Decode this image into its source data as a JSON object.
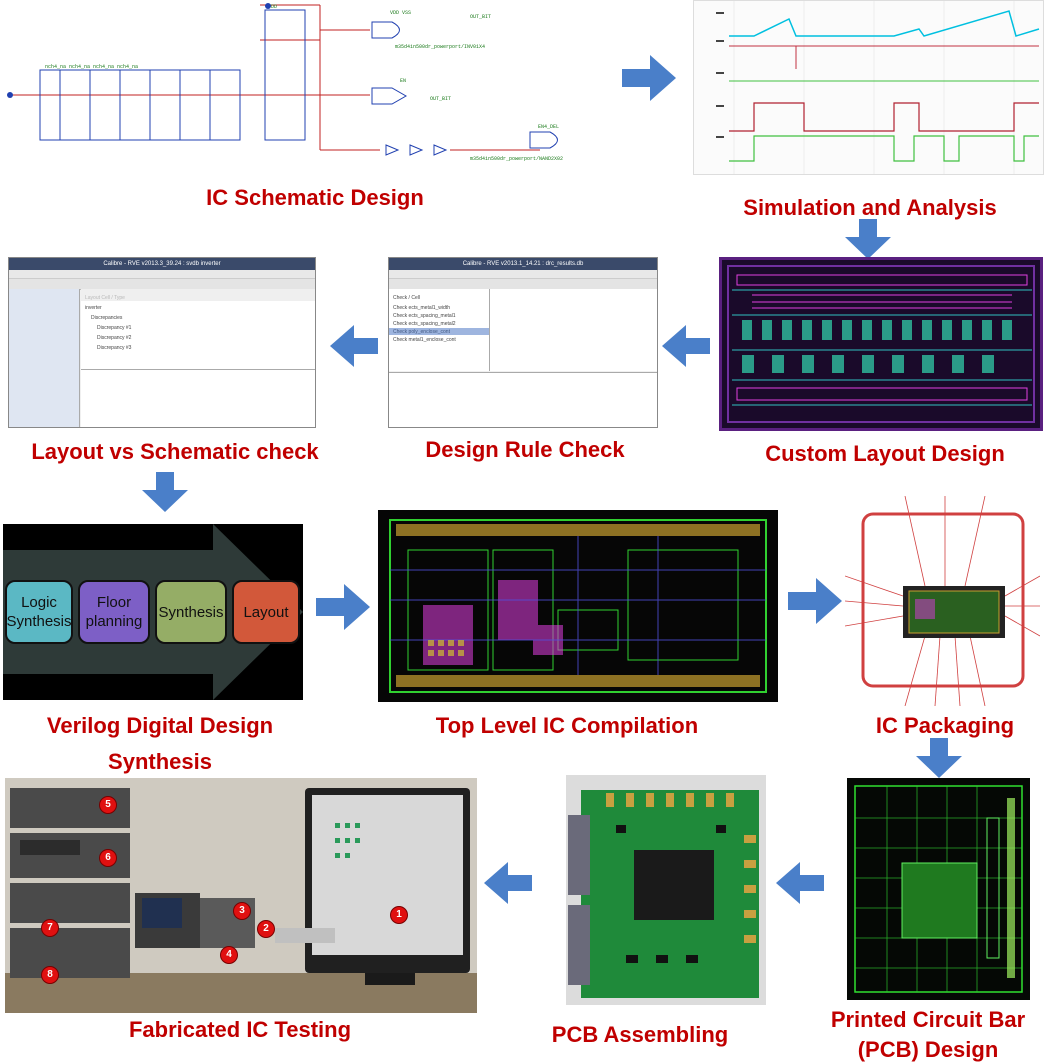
{
  "captions": {
    "schematic": "IC Schematic Design",
    "simulation": "Simulation and Analysis",
    "lvs": "Layout vs Schematic check",
    "drc": "Design Rule Check",
    "custom_layout": "Custom Layout Design",
    "verilog_line1": "Verilog Digital Design",
    "verilog_line2": "Synthesis",
    "top_level": "Top Level IC Compilation",
    "packaging": "IC Packaging",
    "testing": "Fabricated IC Testing",
    "pcb_assembling": "PCB Assembling",
    "pcb_design_line1": "Printed Circuit Bar",
    "pcb_design_line2": "(PCB) Design"
  },
  "verilog_flow": {
    "steps": [
      "Logic Synthesis",
      "Floor planning",
      "Synthesis",
      "Layout"
    ],
    "colors": [
      "#5bb8c4",
      "#7d5fc6",
      "#95ad66",
      "#d2583a"
    ]
  },
  "lvs_window": {
    "title": "Calibre - RVE v2013.3_39.24 : svdb inverter"
  },
  "drc_window": {
    "title": "Calibre - RVE v2013.1_14.21 : drc_results.db"
  },
  "test_badges": [
    "1",
    "2",
    "3",
    "4",
    "5",
    "6",
    "7",
    "8"
  ],
  "colors": {
    "caption": "#c00000",
    "arrow": "#4a7fc9"
  },
  "icons": {
    "flow_arrow": "blue-arrow-icon"
  }
}
